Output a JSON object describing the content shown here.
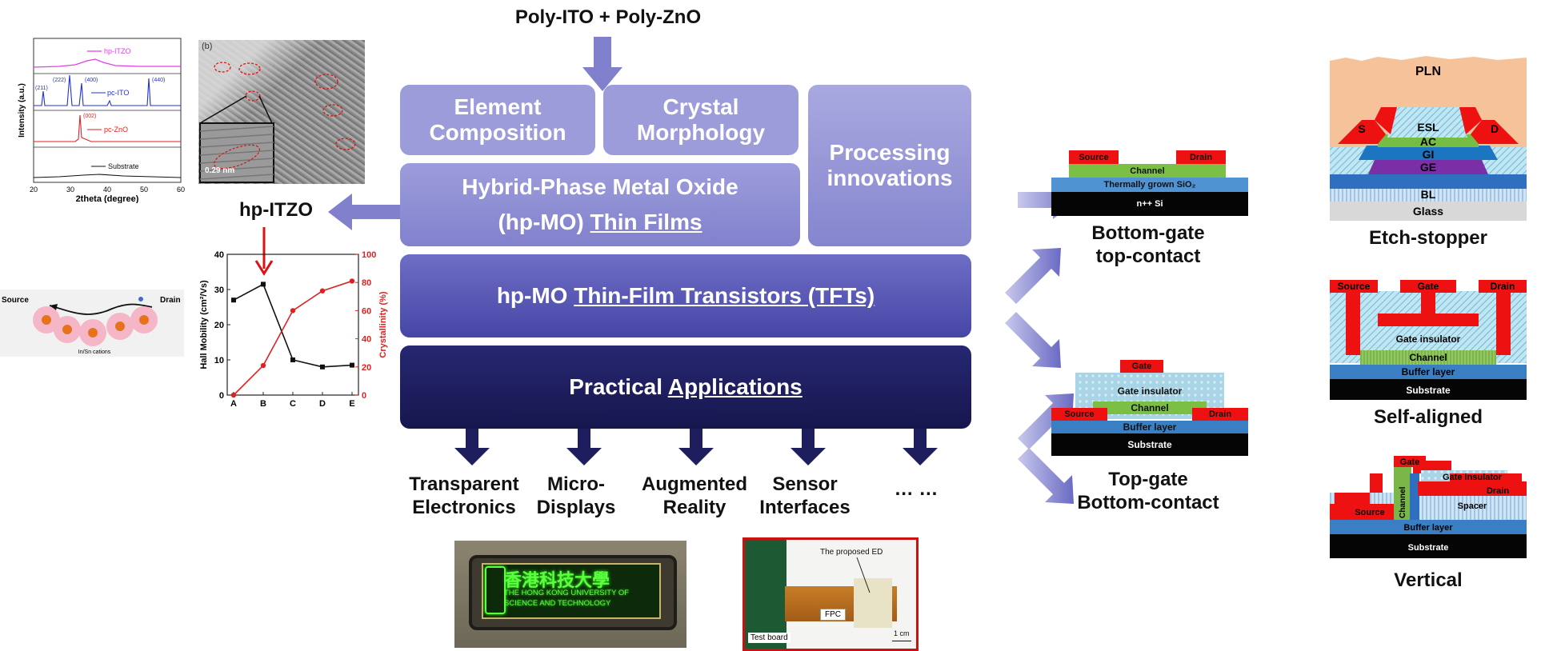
{
  "top_input": "Poly-ITO + Poly-ZnO",
  "boxes": {
    "element": [
      "Element",
      "Composition"
    ],
    "crystal": [
      "Crystal",
      "Morphology"
    ],
    "processing": [
      "Processing",
      "innovations"
    ],
    "hybrid_line1": "Hybrid-Phase Metal Oxide",
    "hybrid_line2_pre": "(hp-MO) ",
    "hybrid_line2_u": "Thin Films",
    "tft_pre": "hp-MO ",
    "tft_u": "Thin-Film Transistors (TFTs)",
    "app_pre": "Practical ",
    "app_u": "Applications"
  },
  "hp_itzo_label": "hp-ITZO",
  "applications": [
    [
      "Transparent",
      "Electronics"
    ],
    [
      "Micro-",
      "Displays"
    ],
    [
      "Augmented",
      "Reality"
    ],
    [
      "Sensor",
      "Interfaces"
    ],
    [
      "… …",
      ""
    ]
  ],
  "xrd": {
    "ylabel": "Intensity (a.u.)",
    "xlabel": "2theta (degree)",
    "xticks": [
      "20",
      "30",
      "40",
      "50",
      "60"
    ],
    "series": [
      "hp-ITZO",
      "pc-ITO",
      "pc-ZnO",
      "Substrate"
    ],
    "peaks": [
      "(211)",
      "(222)",
      "(400)",
      "(440)",
      "(002)"
    ],
    "colors": [
      "#e040e0",
      "#2233cc",
      "#dd2222",
      "#111111"
    ]
  },
  "tem": {
    "panel": "(b)",
    "scale": "0.29 nm"
  },
  "carrier": {
    "source": "Source",
    "drain": "Drain",
    "caption": "In/Sn cations"
  },
  "chart_data": {
    "type": "line",
    "categories": [
      "A",
      "B",
      "C",
      "D",
      "E"
    ],
    "series": [
      {
        "name": "Hall Mobility",
        "axis": "left",
        "color": "#111111",
        "values": [
          27,
          31.5,
          10,
          8,
          8.5
        ]
      },
      {
        "name": "Crystallinity",
        "axis": "right",
        "color": "#dd2222",
        "values": [
          0,
          21,
          60,
          74,
          81
        ]
      }
    ],
    "ylabel": "Hall Mobility (cm²/Vs)",
    "y2label": "Crystallinity (%)",
    "ylim": [
      0,
      40
    ],
    "y2lim": [
      0,
      100
    ],
    "yticks": [
      0,
      10,
      20,
      30,
      40
    ],
    "y2ticks": [
      0,
      20,
      40,
      60,
      80,
      100
    ],
    "grid": false
  },
  "structures": {
    "bgtc": {
      "source": "Source",
      "drain": "Drain",
      "channel": "Channel",
      "oxide": "Thermally grown SiO₂",
      "sub": "n++ Si",
      "title": [
        "Bottom-gate",
        "top-contact"
      ]
    },
    "tgbc": {
      "gate": "Gate",
      "gi": "Gate insulator",
      "channel": "Channel",
      "source": "Source",
      "drain": "Drain",
      "buffer": "Buffer layer",
      "sub": "Substrate",
      "title": [
        "Top-gate",
        "Bottom-contact"
      ]
    },
    "etch": {
      "pln": "PLN",
      "s": "S",
      "esl": "ESL",
      "d": "D",
      "ac": "AC",
      "gi": "GI",
      "ge": "GE",
      "bl": "BL",
      "glass": "Glass",
      "title": "Etch-stopper"
    },
    "self": {
      "source": "Source",
      "gate": "Gate",
      "drain": "Drain",
      "gi": "Gate insulator",
      "channel": "Channel",
      "buffer": "Buffer layer",
      "sub": "Substrate",
      "title": "Self-aligned"
    },
    "vert": {
      "gate": "Gate",
      "gi": "Gate insulator",
      "channel": "Channel",
      "drain": "Drain",
      "source": "Source",
      "spacer": "Spacer",
      "buffer": "Buffer layer",
      "sub": "Substrate",
      "title": "Vertical"
    }
  },
  "photo_right": {
    "ed": "The proposed ED",
    "fpc": "FPC",
    "board": "Test board",
    "scale": "1 cm"
  },
  "photo_left": {
    "cn": "香港科技大學",
    "en1": "THE HONG KONG UNIVERSITY OF",
    "en2": "SCIENCE AND TECHNOLOGY"
  },
  "colors": {
    "box_light": "#9d9ddc",
    "box_mid": "#5a5ab8",
    "box_dark": "#1c1c5a",
    "arrow": "#7070c8",
    "red": "#ee1111",
    "green": "#66aa33",
    "blue": "#3a7fc4",
    "cyan": "#a8d8e8"
  }
}
